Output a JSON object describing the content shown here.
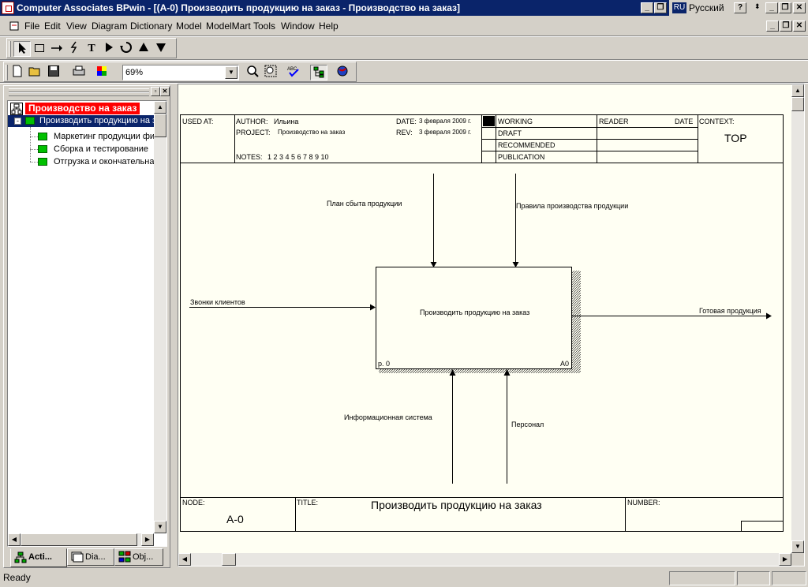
{
  "window": {
    "title": "Computer Associates BPwin - [(A-0) Производить продукцию на заказ - Производство на заказ]",
    "language_badge": "RU",
    "language_name": "Русский"
  },
  "menu": {
    "items": [
      "File",
      "Edit",
      "View",
      "Diagram",
      "Dictionary",
      "Model",
      "ModelMart",
      "Tools",
      "Window",
      "Help"
    ]
  },
  "toolbar": {
    "zoom_value": "69%"
  },
  "tree": {
    "root_label": "Производство на заказ",
    "selected_label": "Производить продукцию на заказ",
    "children": [
      "Маркетинг продукции фирмы",
      "Сборка и тестирование",
      "Отгрузка и окончательная"
    ]
  },
  "tabs": [
    "Acti...",
    "Dia...",
    "Obj..."
  ],
  "diagram_header": {
    "used_at_label": "USED AT:",
    "author_label": "AUTHOR:",
    "author_value": "Ильина",
    "project_label": "PROJECT:",
    "project_value": "Производство на заказ",
    "date_label": "DATE:",
    "date_value": "3 февраля 2009 г.",
    "rev_label": "REV:",
    "rev_value": "3 февраля 2009 г.",
    "notes_label": "NOTES:",
    "notes_value": "1  2  3  4  5  6  7  8  9  10",
    "status_working": "WORKING",
    "status_draft": "DRAFT",
    "status_recommended": "RECOMMENDED",
    "status_publication": "PUBLICATION",
    "reader_label": "READER",
    "date2_label": "DATE",
    "context_label": "CONTEXT:",
    "context_value": "TOP"
  },
  "diagram": {
    "activity_name": "Производить продукцию на заказ",
    "activity_cost": "р. 0",
    "activity_number": "A0",
    "control_1": "План сбыта продукции",
    "control_2": "Правила производства продукции",
    "input_1": "Звонки клиентов",
    "output_1": "Готовая продукция",
    "mechanism_1": "Информационная система",
    "mechanism_2": "Персонал"
  },
  "diagram_footer": {
    "node_label": "NODE:",
    "node_value": "A-0",
    "title_label": "TITLE:",
    "title_value": "Производить продукцию на заказ",
    "number_label": "NUMBER:"
  },
  "status": {
    "text": "Ready"
  }
}
